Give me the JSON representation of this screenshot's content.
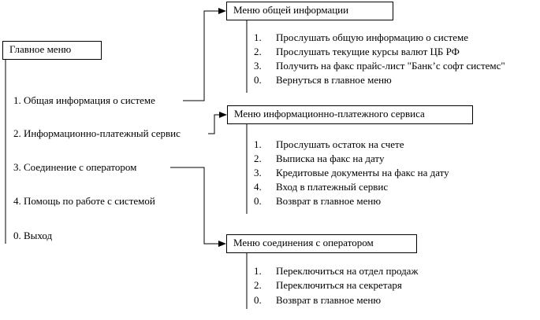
{
  "main_menu": {
    "title": "Главное меню",
    "items": [
      "1. Общая информация о системе",
      "2. Информационно-платежный сервис",
      "3. Соединение с оператором",
      "4. Помощь по работе с системой",
      "0. Выход"
    ]
  },
  "submenus": [
    {
      "title": "Меню общей информации",
      "items": [
        {
          "num": "1.",
          "label": "Прослушать общую информацию о системе"
        },
        {
          "num": "2.",
          "label": "Прослушать текущие курсы валют ЦБ РФ"
        },
        {
          "num": "3.",
          "label": "Получить на факс прайс-лист \"Банк’с софт системс\""
        },
        {
          "num": "0.",
          "label": "Вернуться в главное меню"
        }
      ]
    },
    {
      "title": "Меню информационно-платежного сервиса",
      "items": [
        {
          "num": "1.",
          "label": "Прослушать остаток на счете"
        },
        {
          "num": "2.",
          "label": "Выписка на факс на дату"
        },
        {
          "num": "3.",
          "label": "Кредитовые документы на факс на дату"
        },
        {
          "num": "4.",
          "label": "Вход в платежный сервис"
        },
        {
          "num": "0.",
          "label": "Возврат в главное меню"
        }
      ]
    },
    {
      "title": "Меню соединения с оператором",
      "items": [
        {
          "num": "1.",
          "label": "Переключиться на отдел продаж"
        },
        {
          "num": "2.",
          "label": "Переключиться на секретаря"
        },
        {
          "num": "0.",
          "label": "Возврат в главное меню"
        }
      ]
    }
  ]
}
